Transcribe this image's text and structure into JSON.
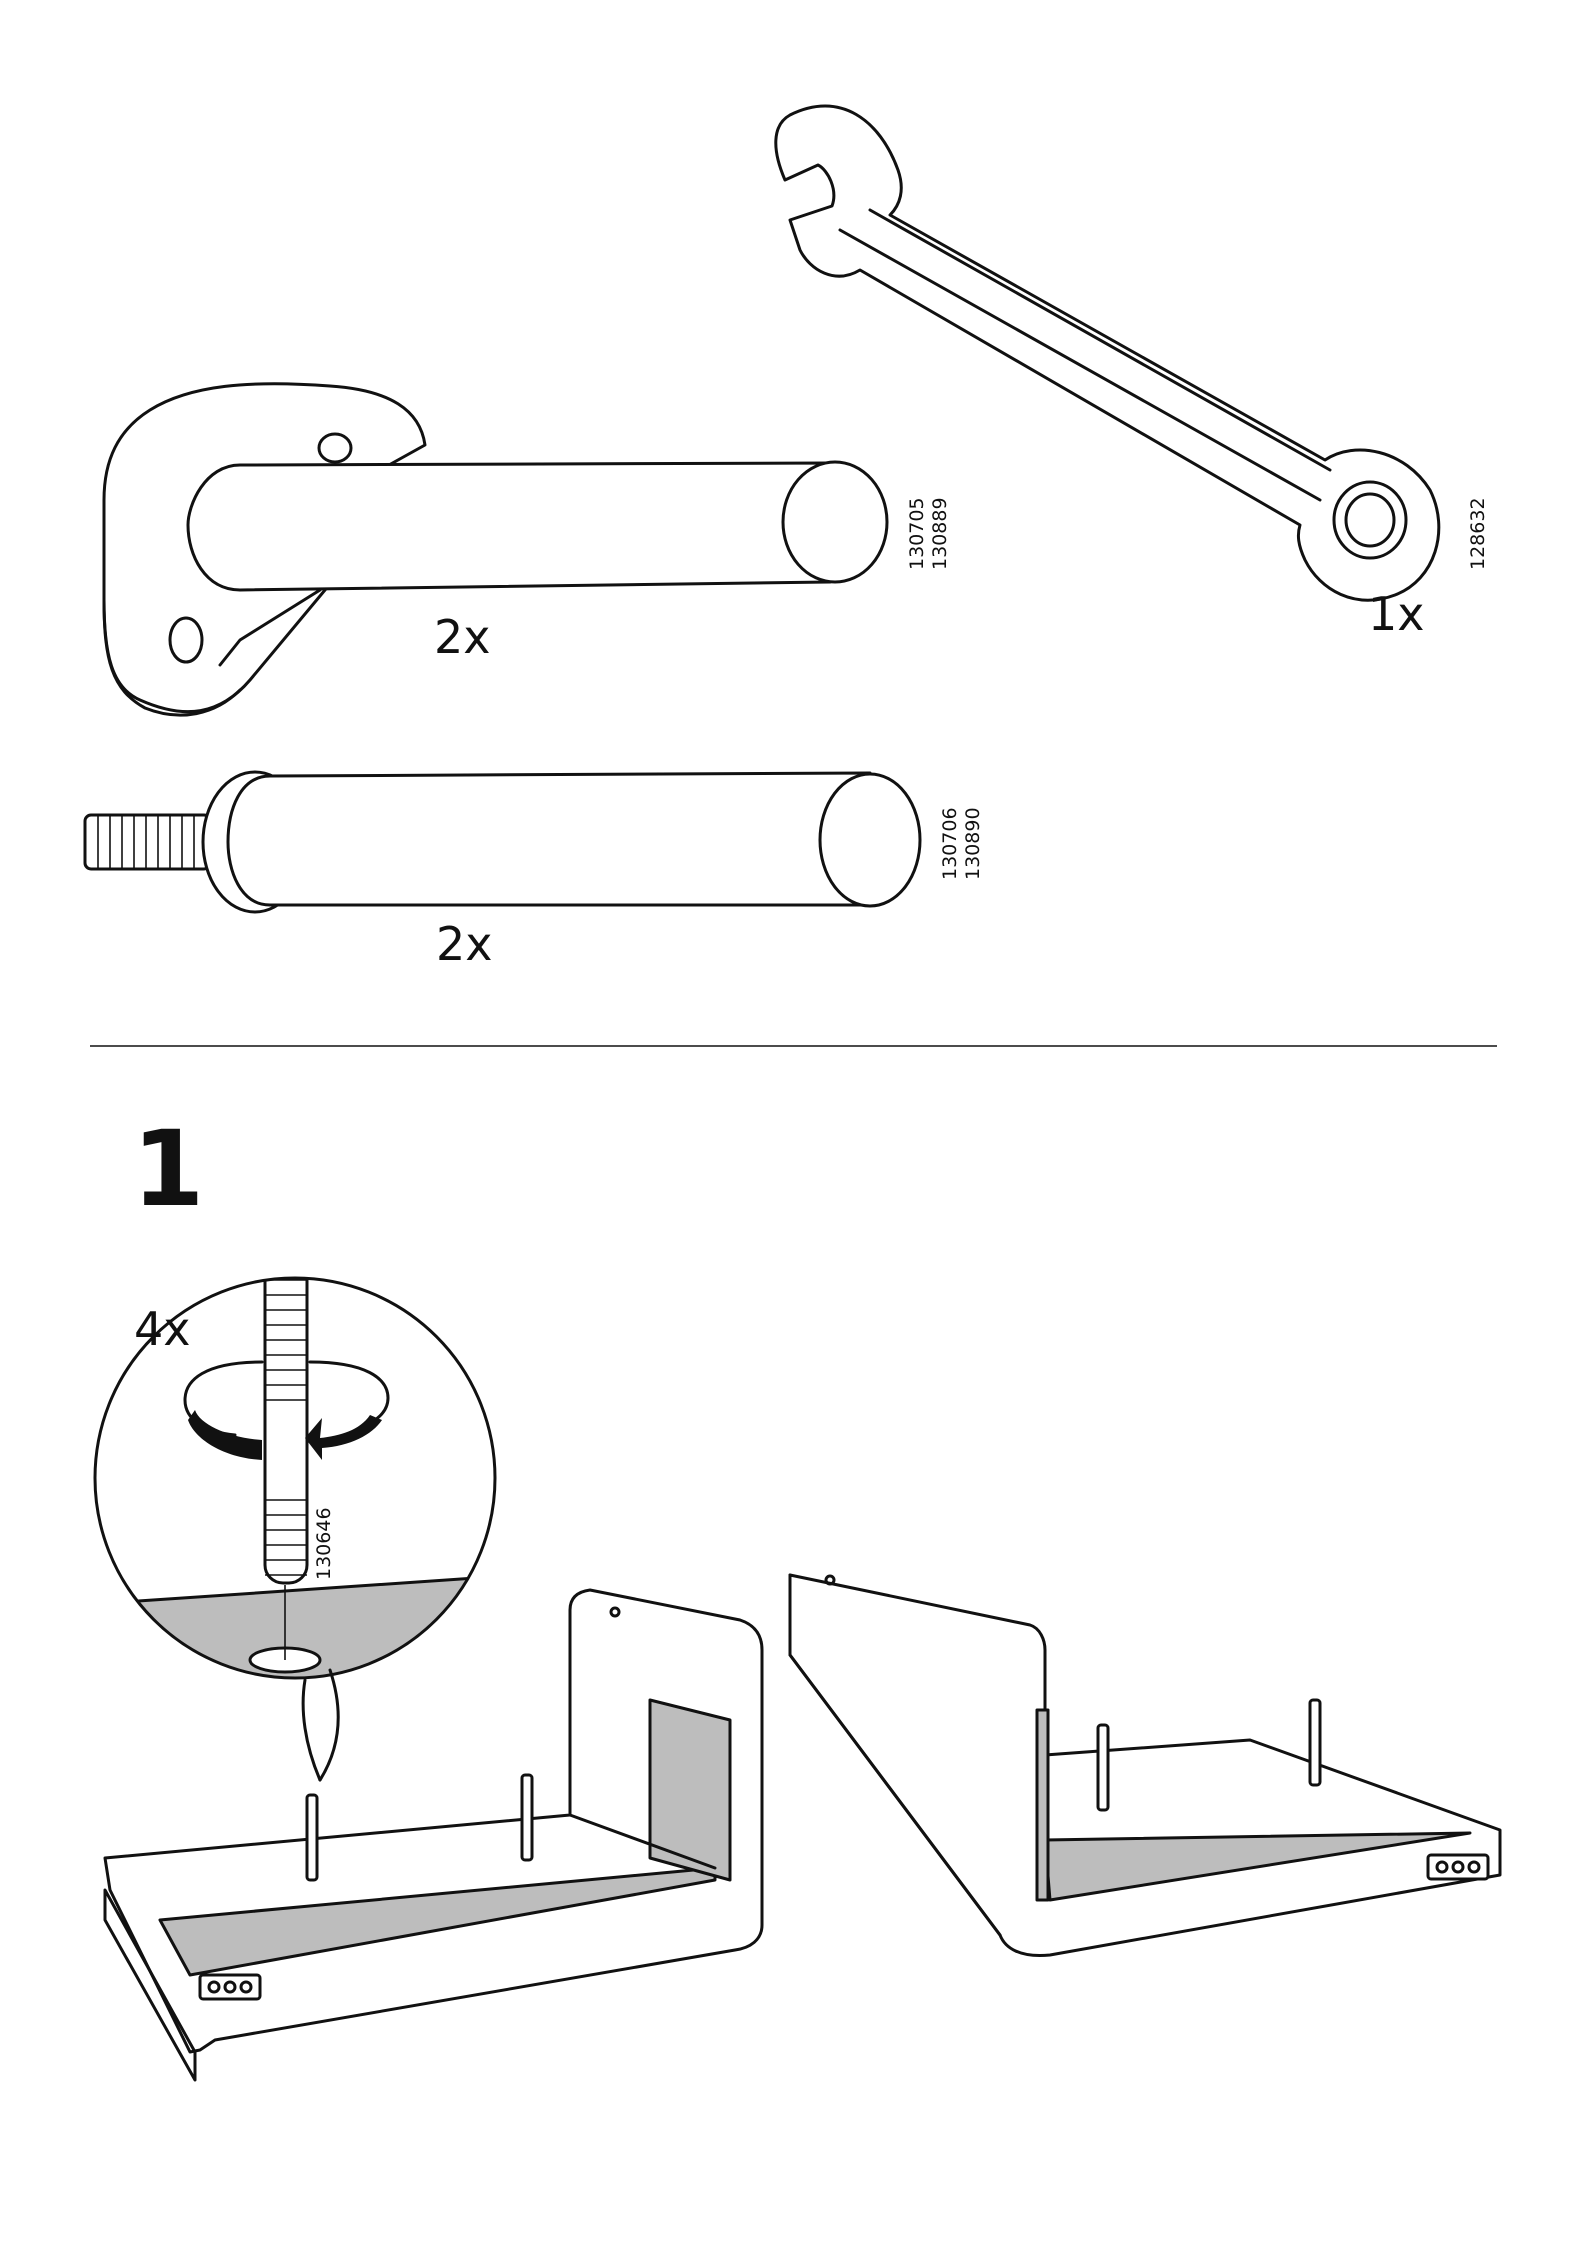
{
  "hardware": [
    {
      "id": "bracket-dowel",
      "qty": "2x",
      "article_numbers": [
        "130705",
        "130889"
      ]
    },
    {
      "id": "threaded-dowel",
      "qty": "2x",
      "article_numbers": [
        "130706",
        "130890"
      ]
    },
    {
      "id": "wrench",
      "qty": "1x",
      "article_numbers": [
        "128632"
      ]
    }
  ],
  "step": {
    "number": "1",
    "detail_qty": "4x",
    "detail_article": "130646"
  }
}
